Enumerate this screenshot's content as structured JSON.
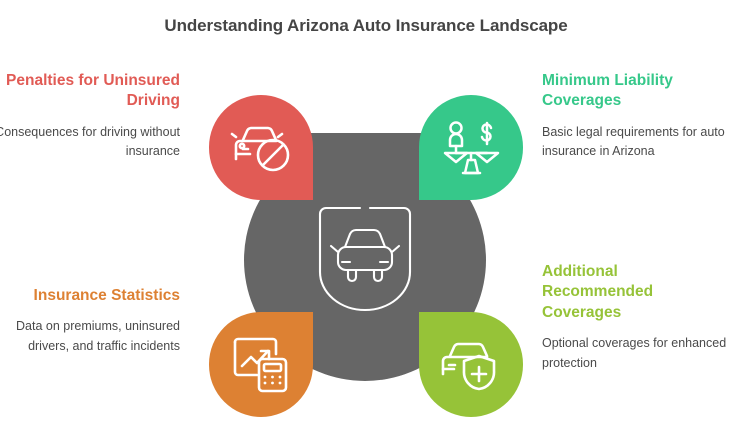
{
  "title": "Understanding Arizona Auto Insurance Landscape",
  "hub": {
    "icon": "car-shield-icon",
    "color": "#666666"
  },
  "quadrants": [
    {
      "id": "penalties-for-uninsured-driving",
      "position": "top-left",
      "heading": "Penalties for Uninsured Driving",
      "body": "Consequences for driving without insurance",
      "color": "#E15B55",
      "icon": "car-prohibited-icon"
    },
    {
      "id": "minimum-liability-coverages",
      "position": "top-right",
      "heading": "Minimum Liability Coverages",
      "body": "Basic legal requirements for auto insurance in Arizona",
      "color": "#36C88A",
      "icon": "balance-scale-person-dollar-icon"
    },
    {
      "id": "insurance-statistics",
      "position": "bottom-left",
      "heading": "Insurance Statistics",
      "body": "Data on premiums, uninsured drivers, and traffic incidents",
      "color": "#DD8133",
      "icon": "chart-calculator-icon"
    },
    {
      "id": "additional-recommended-coverages",
      "position": "bottom-right",
      "heading": "Additional Recommended Coverages",
      "body": "Optional coverages for enhanced protection",
      "color": "#96C338",
      "icon": "car-shield-plus-icon"
    }
  ]
}
